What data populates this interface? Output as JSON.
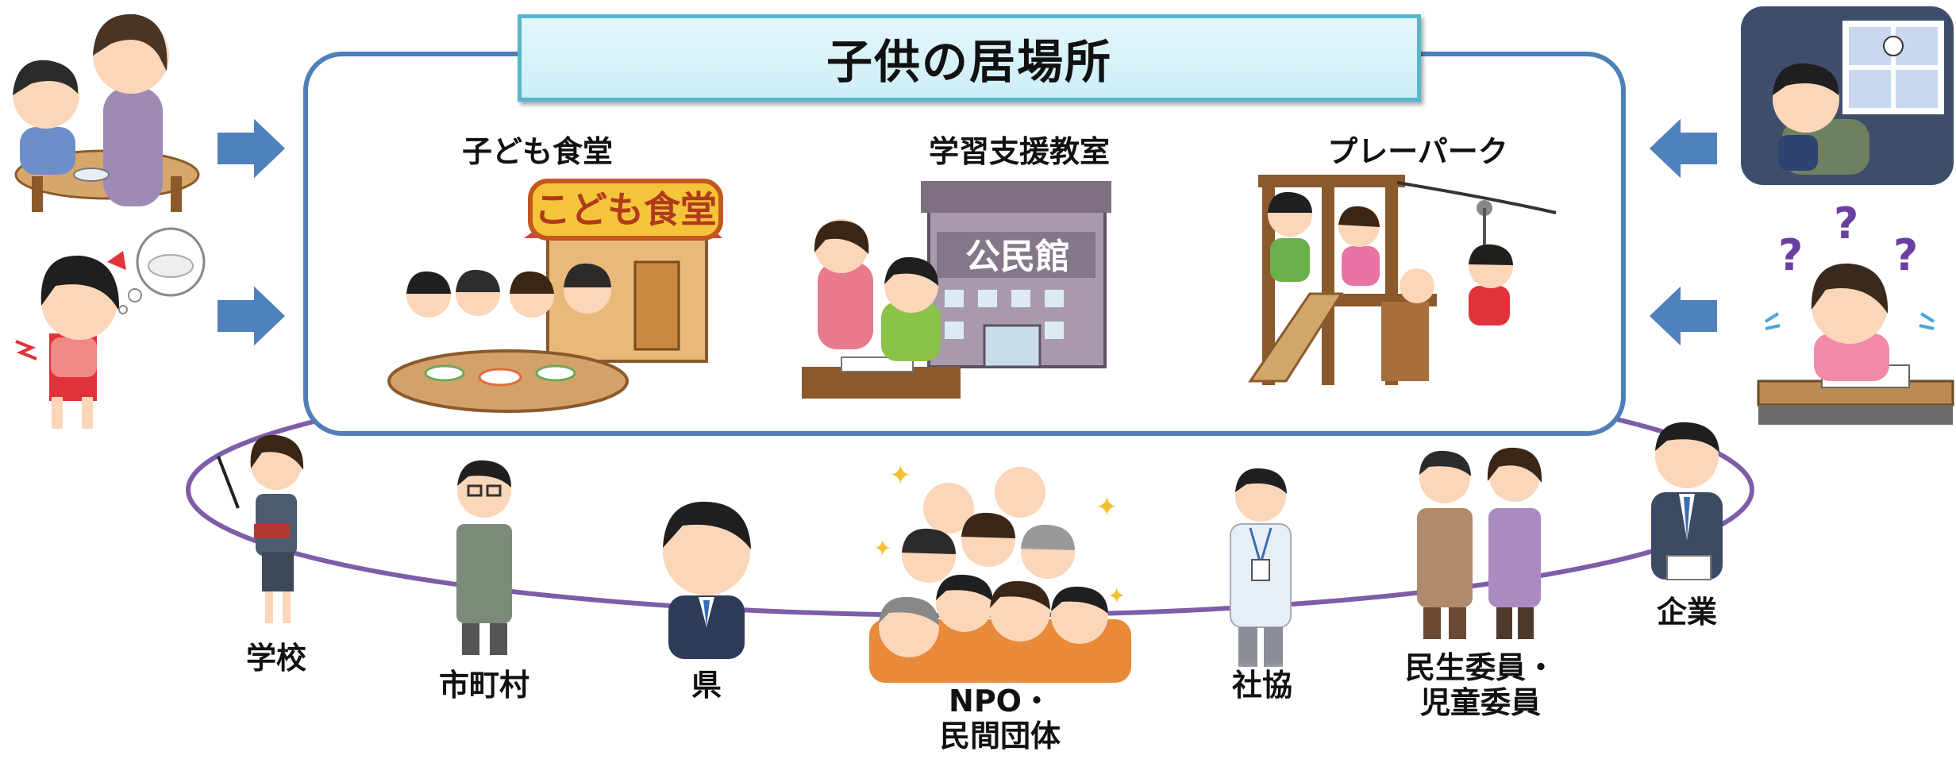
{
  "title": "子供の居場所",
  "places": [
    {
      "label": "子ども食堂",
      "sign": "こども食堂"
    },
    {
      "label": "学習支援教室",
      "sign": "公民館"
    },
    {
      "label": "プレーパーク"
    }
  ],
  "supporters": [
    {
      "label": "学校"
    },
    {
      "label": "市町村"
    },
    {
      "label": "県"
    },
    {
      "label": "NPO・\n民間団体"
    },
    {
      "label": "社協"
    },
    {
      "label": "民生委員・\n児童委員"
    },
    {
      "label": "企業"
    }
  ],
  "colors": {
    "title_border": "#55b7cc",
    "title_fill": "#d8f2f8",
    "frame": "#4f7fb8",
    "ring": "#7d5da8",
    "arrow": "#4f81bd"
  }
}
